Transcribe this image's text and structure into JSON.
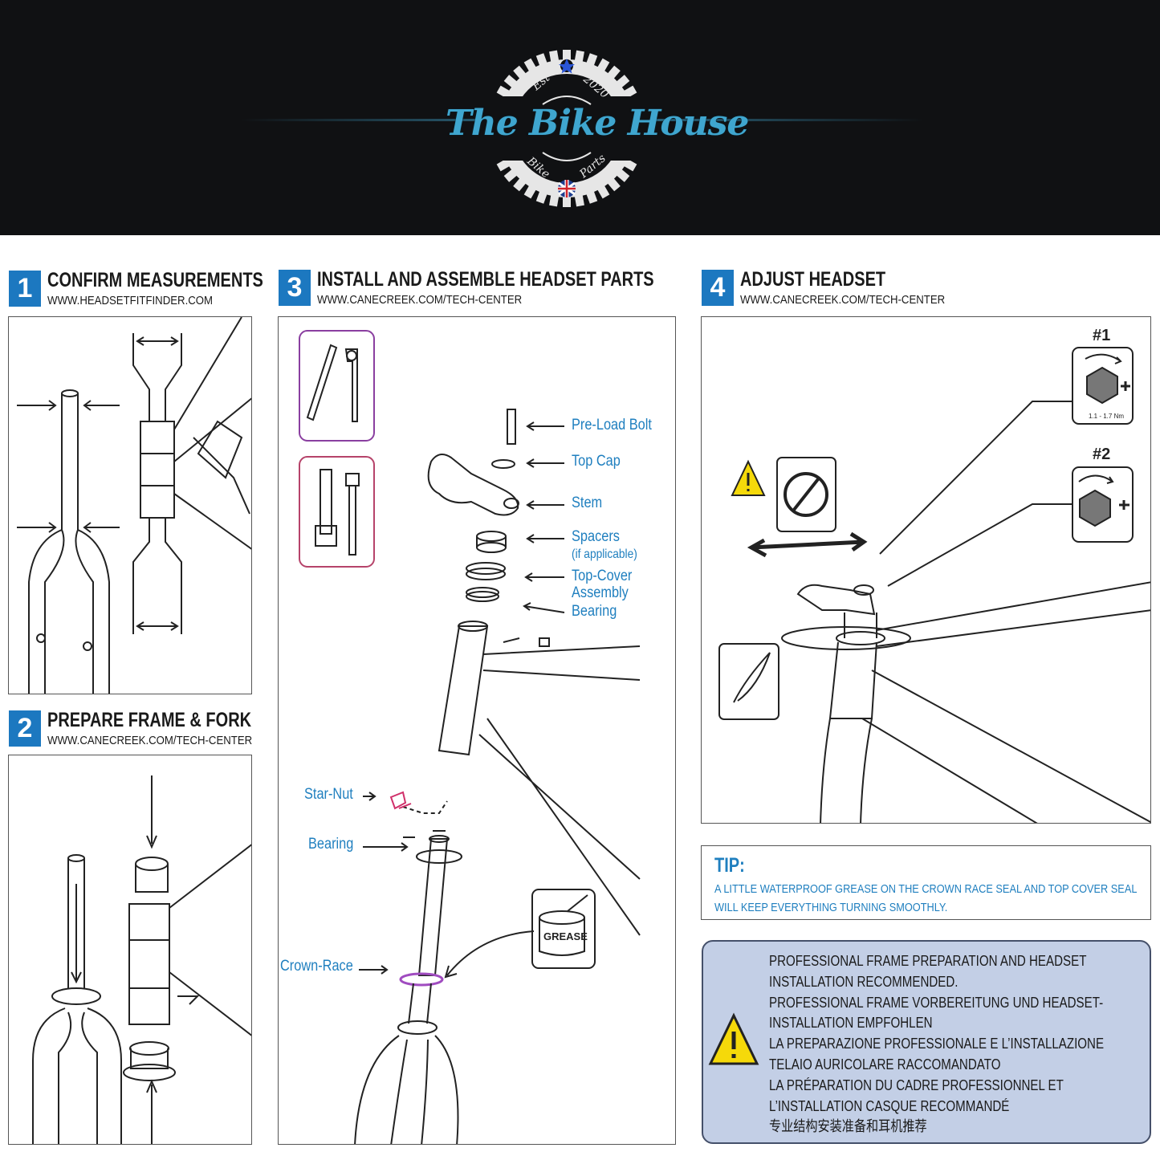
{
  "banner": {
    "brand": "The Bike House",
    "est_label": "Est",
    "year": "2020",
    "word_left": "Bike",
    "word_right": "Parts"
  },
  "steps": {
    "s1": {
      "number": "1",
      "title": "CONFIRM MEASUREMENTS",
      "url": "WWW.HEADSETFITFINDER.COM"
    },
    "s2": {
      "number": "2",
      "title": "PREPARE FRAME & FORK",
      "url": "WWW.CANECREEK.COM/TECH-CENTER"
    },
    "s3": {
      "number": "3",
      "title": "INSTALL AND ASSEMBLE HEADSET PARTS",
      "url": "WWW.CANECREEK.COM/TECH-CENTER"
    },
    "s4": {
      "number": "4",
      "title": "ADJUST HEADSET",
      "url": "WWW.CANECREEK.COM/TECH-CENTER"
    }
  },
  "parts": {
    "preload_bolt": "Pre-Load Bolt",
    "top_cap": "Top Cap",
    "stem": "Stem",
    "spacers": "Spacers",
    "spacers_note": "(if applicable)",
    "top_cover_1": "Top-Cover",
    "top_cover_2": "Assembly",
    "bearing_upper": "Bearing",
    "star_nut": "Star-Nut",
    "bearing_lower": "Bearing",
    "crown_race": "Crown-Race",
    "grease": "GREASE"
  },
  "adjust": {
    "bolt1": "#1",
    "bolt2": "#2",
    "torque": "1.1 - 1.7 Nm"
  },
  "tip": {
    "title": "TIP:",
    "line1": "A LITTLE WATERPROOF GREASE ON THE CROWN RACE SEAL AND TOP COVER SEAL",
    "line2": "WILL KEEP EVERYTHING TURNING SMOOTHLY."
  },
  "warning": {
    "lines": [
      "PROFESSIONAL FRAME PREPARATION AND HEADSET",
      "INSTALLATION RECOMMENDED.",
      "PROFESSIONAL FRAME VORBEREITUNG UND HEADSET-",
      "INSTALLATION EMPFOHLEN",
      "LA PREPARAZIONE PROFESSIONALE E L’INSTALLAZIONE",
      "TELAIO AURICOLARE RACCOMANDATO",
      "LA PRÉPARATION DU CADRE PROFESSIONNEL ET",
      "L’INSTALLATION CASQUE RECOMMANDÉ",
      "专业结构安装准备和耳机推荐"
    ]
  },
  "colors": {
    "step_badge": "#1c78c0",
    "label_blue": "#1f7fbf",
    "banner_bg": "#101113",
    "logo_blue": "#3fa6cf",
    "warning_bg": "#c3cfe6"
  }
}
